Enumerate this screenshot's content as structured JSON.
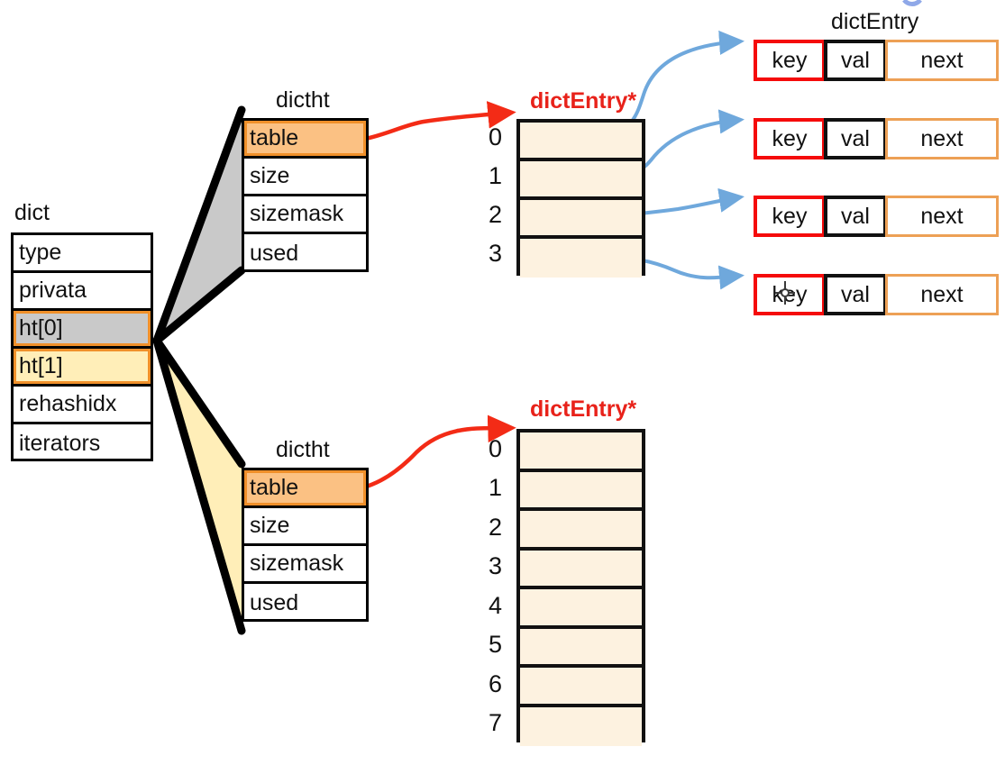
{
  "diagram": {
    "title": "Redis dict / dictht / dictEntry structure",
    "background": "#ffffff"
  },
  "colors": {
    "highlight_orange": "#fbc183",
    "highlight_orange_border": "#f0902a",
    "ht0_gray": "#c9c9c9",
    "ht1_yellow": "#ffeeb8",
    "array_fill": "#fdf2e0",
    "red_label": "#e8221a",
    "red_arrow": "#f32b16",
    "blue_arrow": "#6fa8dc",
    "key_border": "#f50b0b",
    "val_border": "#111111",
    "next_border": "#eda055",
    "funnel_gray": "#c9c9c9",
    "funnel_yellow": "#ffeeb8"
  },
  "dict": {
    "caption": "dict",
    "fields": [
      {
        "label": "type",
        "style": "plain"
      },
      {
        "label": "privata",
        "style": "plain"
      },
      {
        "label": "ht[0]",
        "style": "gray"
      },
      {
        "label": "ht[1]",
        "style": "yellow"
      },
      {
        "label": "rehashidx",
        "style": "plain"
      },
      {
        "label": "iterators",
        "style": "plain"
      }
    ]
  },
  "dictht_top": {
    "caption": "dictht",
    "fields": [
      {
        "label": "table",
        "style": "orange"
      },
      {
        "label": "size",
        "style": "plain"
      },
      {
        "label": "sizemask",
        "style": "plain"
      },
      {
        "label": "used",
        "style": "plain"
      }
    ]
  },
  "dictht_bottom": {
    "caption": "dictht",
    "fields": [
      {
        "label": "table",
        "style": "orange"
      },
      {
        "label": "size",
        "style": "plain"
      },
      {
        "label": "sizemask",
        "style": "plain"
      },
      {
        "label": "used",
        "style": "plain"
      }
    ]
  },
  "bucket_array_top": {
    "caption": "dictEntry*",
    "indices": [
      "0",
      "1",
      "2",
      "3"
    ],
    "slot_count": 4,
    "occupied": [
      true,
      true,
      true,
      true
    ]
  },
  "bucket_array_bottom": {
    "caption": "dictEntry*",
    "indices": [
      "0",
      "1",
      "2",
      "3",
      "4",
      "5",
      "6",
      "7"
    ],
    "slot_count": 8,
    "occupied": [
      false,
      false,
      false,
      false,
      false,
      false,
      false,
      false
    ]
  },
  "entry_caption": "dictEntry",
  "entries": [
    {
      "key": "key",
      "val": "val",
      "next": "next"
    },
    {
      "key": "key",
      "val": "val",
      "next": "next"
    },
    {
      "key": "key",
      "val": "val",
      "next": "next"
    },
    {
      "key": "key",
      "val": "val",
      "next": "next"
    }
  ],
  "cursor": {
    "type": "text-crosshair-cursor",
    "over": "entry-4-key-cell"
  }
}
